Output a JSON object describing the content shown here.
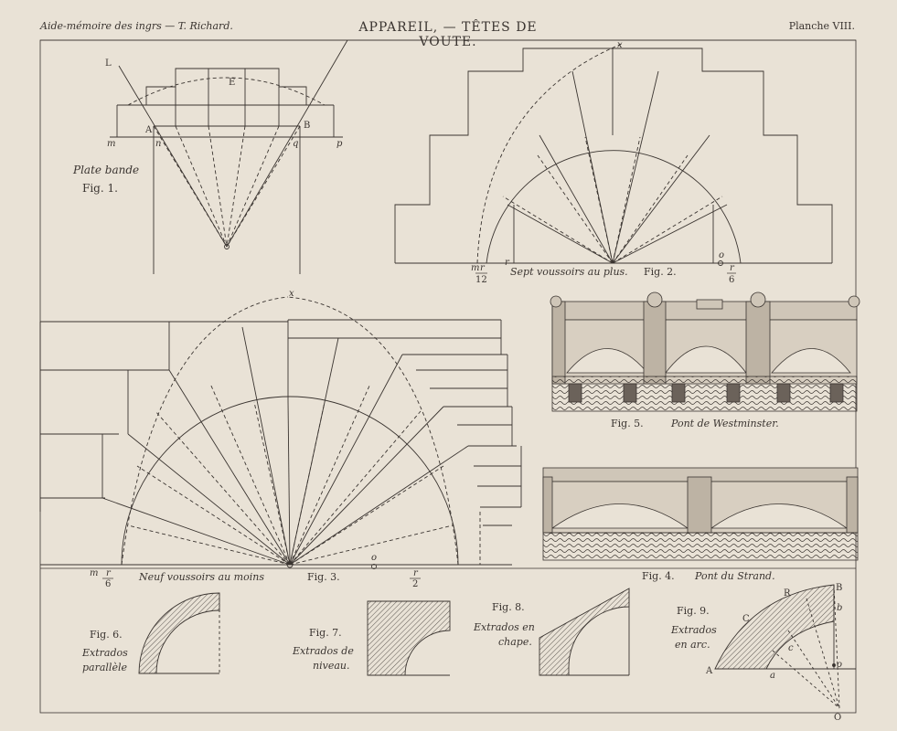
{
  "header": {
    "left": "Aide-mémoire des ingrs — T. Richard.",
    "title": "APPAREIL, — TÊTES DE VOUTE.",
    "right": "Planche VIII."
  },
  "fig1": {
    "title": "Plate bande",
    "num": "Fig. 1.",
    "pts": {
      "L": "L",
      "E": "E",
      "A": "A",
      "B": "B",
      "m": "m",
      "n": "n",
      "q": "q",
      "p": "p"
    }
  },
  "fig2": {
    "caption": "Sept voussoirs au plus.",
    "num": "Fig. 2.",
    "pts": {
      "m": "m",
      "r": "r",
      "o": "o",
      "x": "x"
    },
    "frac_left_num": "r",
    "frac_left_den": "12",
    "frac_right_num": "r",
    "frac_right_den": "6"
  },
  "fig3": {
    "caption": "Neuf voussoirs au moins",
    "num": "Fig. 3.",
    "pts": {
      "x": "x",
      "m": "m",
      "o": "o"
    },
    "frac_left_num": "r",
    "frac_left_den": "6",
    "frac_right_num": "r",
    "frac_right_den": "2"
  },
  "fig4": {
    "num": "Fig. 4.",
    "caption": "Pont du Strand."
  },
  "fig5": {
    "num": "Fig. 5.",
    "caption": "Pont de Westminster."
  },
  "fig6": {
    "num": "Fig. 6.",
    "l1": "Extrados",
    "l2": "parallèle"
  },
  "fig7": {
    "num": "Fig. 7.",
    "l1": "Extrados de",
    "l2": "niveau."
  },
  "fig8": {
    "num": "Fig. 8.",
    "l1": "Extrados en",
    "l2": "chape."
  },
  "fig9": {
    "num": "Fig. 9.",
    "l1": "Extrados",
    "l2": "en arc.",
    "pts": {
      "A": "A",
      "B": "B",
      "C": "C",
      "R": "R",
      "a": "a",
      "b": "b",
      "c": "c",
      "o": "o",
      "O": "O"
    }
  },
  "colors": {
    "paper": "#e9e2d6",
    "ink": "#3a3430"
  }
}
